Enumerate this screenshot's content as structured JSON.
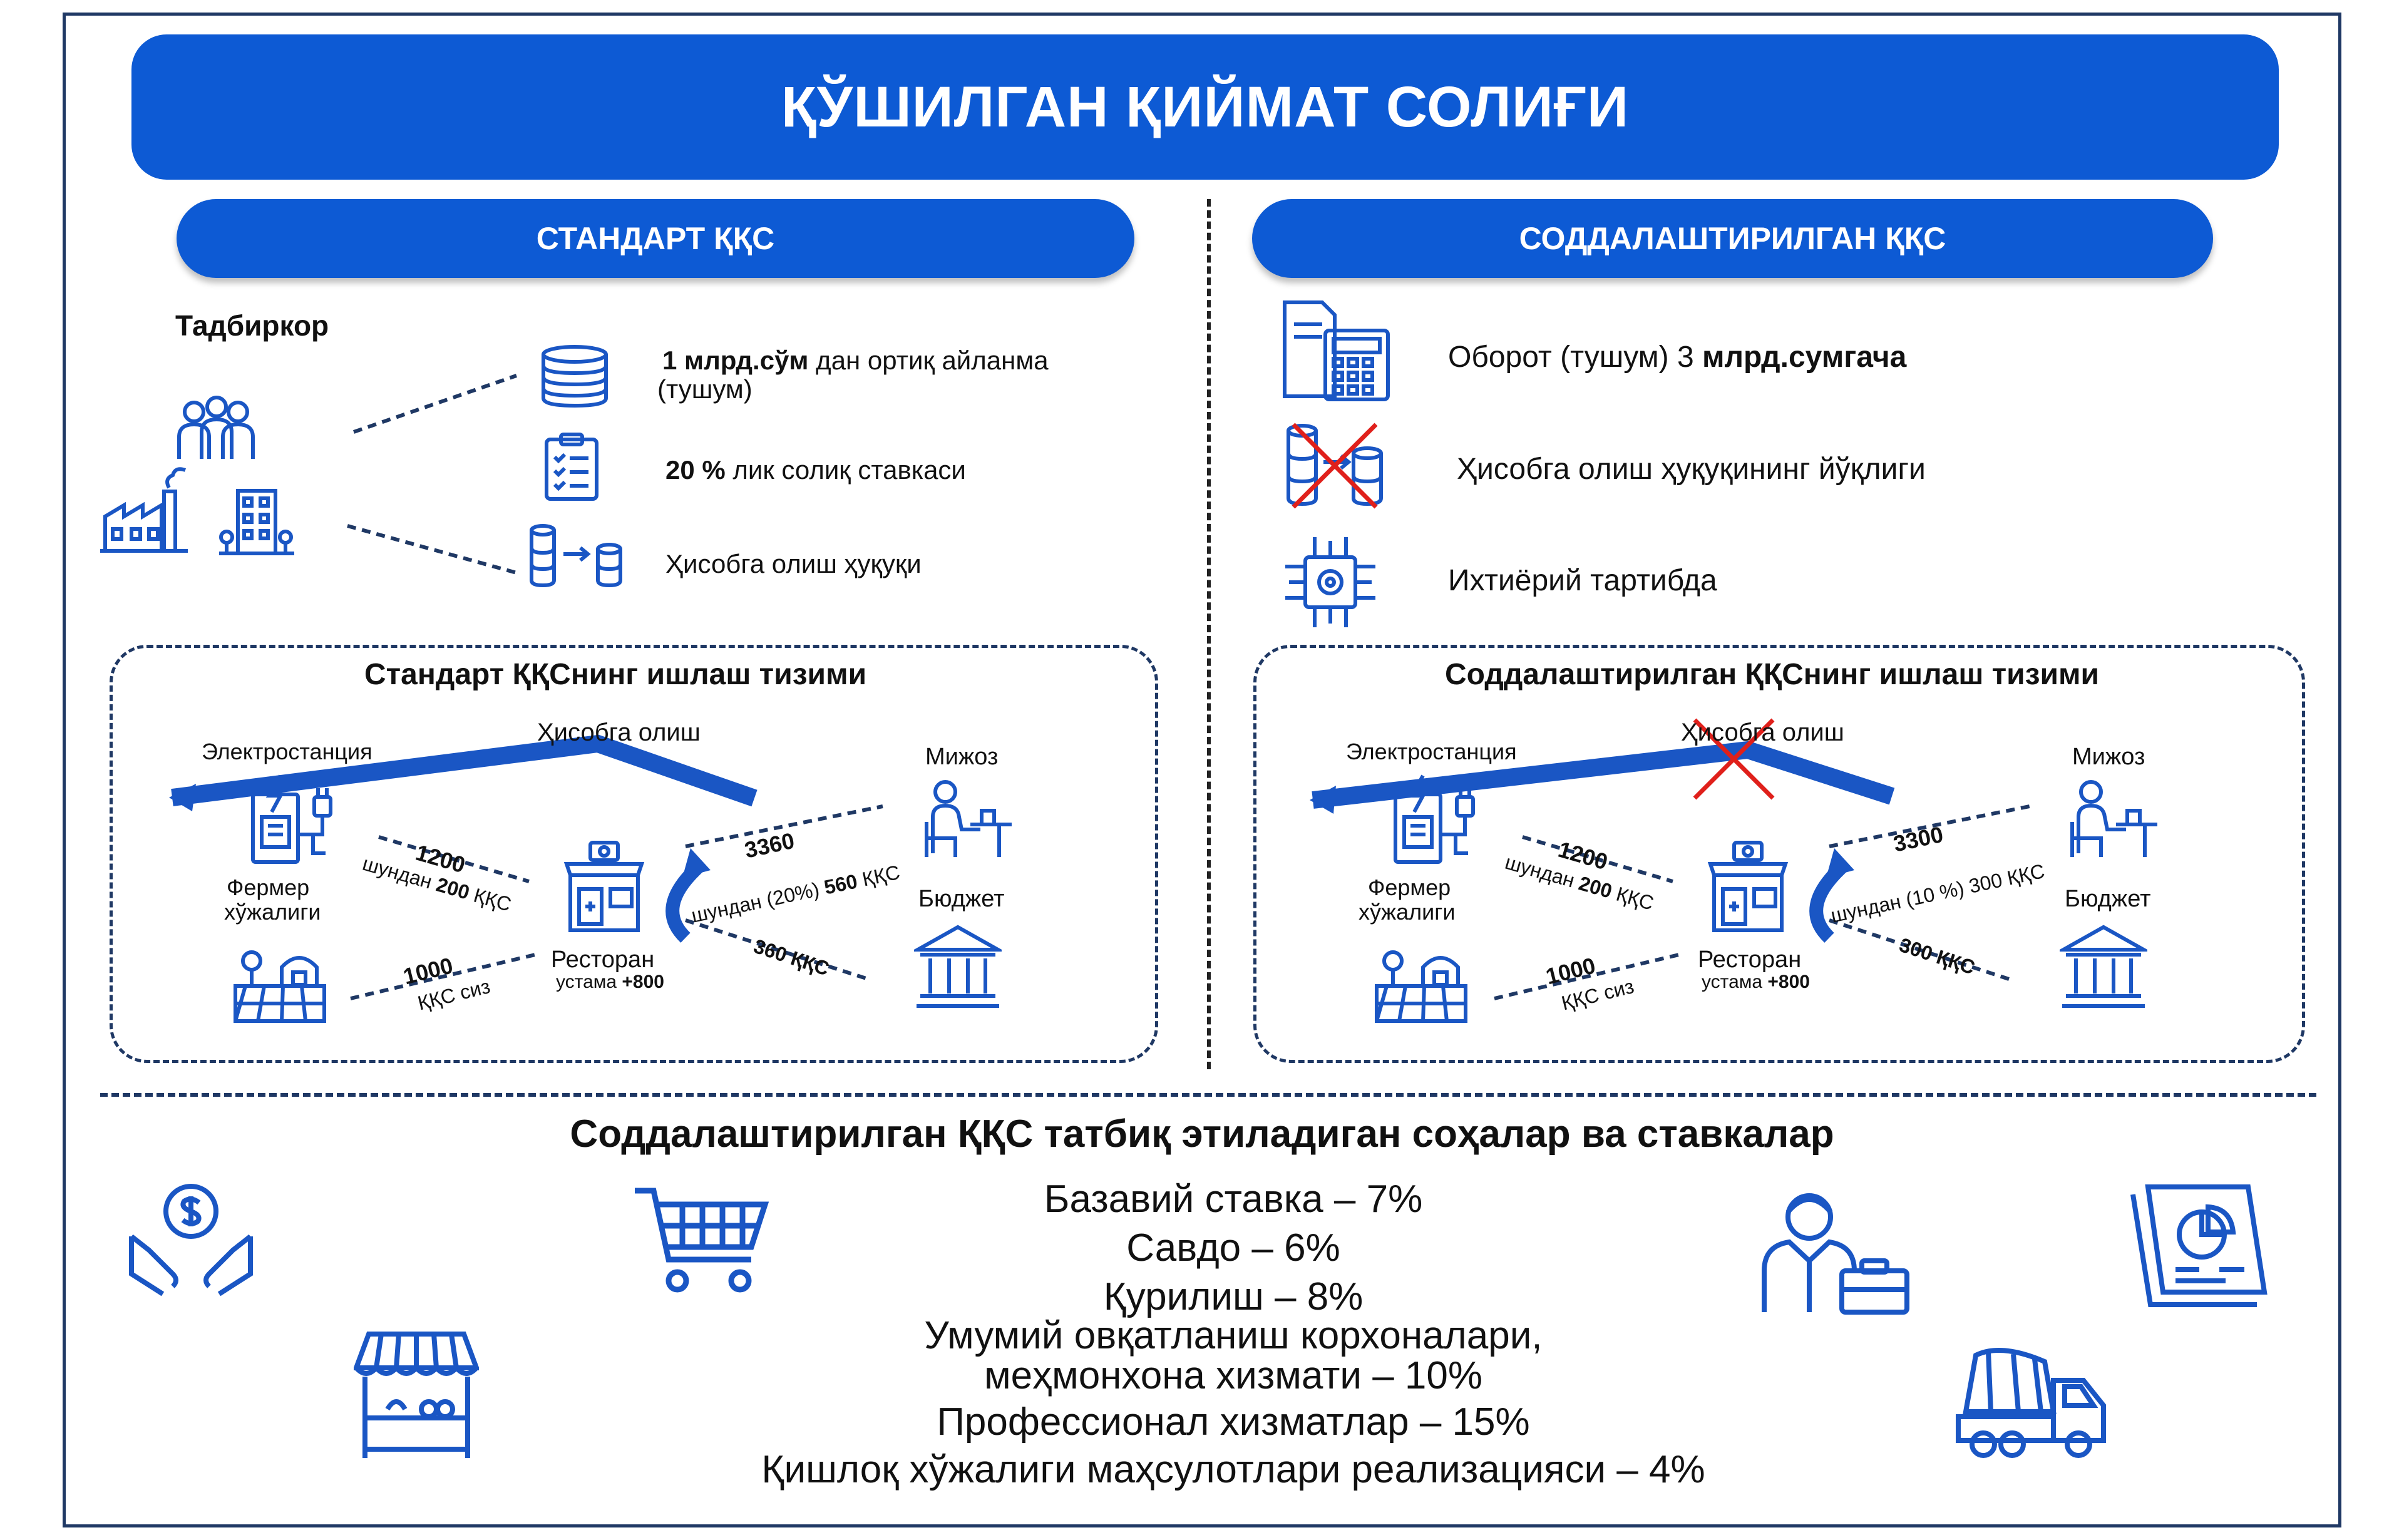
{
  "title": "ҚЎШИЛГАН ҚИЙМАТ СОЛИҒИ",
  "standard": {
    "header": "СТАНДАРТ ҚҚС",
    "entrepreneur": "Тадбиркор",
    "items": [
      {
        "bold": "1 млрд.сўм",
        "text": " дан ортиқ айланма",
        "line2": "(тушум)"
      },
      {
        "bold": "20 %",
        "text": " лик солиқ ставкаси"
      },
      {
        "bold": "",
        "text": "Ҳисобга олиш ҳуқуқи"
      }
    ],
    "scheme": {
      "title": "Стандарт ҚҚСнинг ишлаш тизими",
      "credit_label": "Ҳисобга олиш",
      "power_station": "Электростанция",
      "farm_line1": "Фермер",
      "farm_line2": "хўжалиги",
      "restaurant": "Ресторан",
      "markup_prefix": "устама ",
      "markup_value": "+800",
      "customer": "Мижоз",
      "budget": "Бюджет",
      "flow_power_value": "1200",
      "flow_power_sub_prefix": "шундан ",
      "flow_power_sub_bold": "200",
      "flow_power_sub_suffix": " ҚҚС",
      "flow_farm_value": "1000",
      "flow_farm_sub": "ҚҚС сиз",
      "flow_customer_value": "3360",
      "flow_customer_sub_prefix": "шундан (20%) ",
      "flow_customer_sub_bold": "560",
      "flow_customer_sub_suffix": " ҚҚС",
      "flow_budget": "360 ҚҚС"
    }
  },
  "simplified": {
    "header": "СОДДАЛАШТИРИЛГАН ҚҚС",
    "items": [
      {
        "text": "Оборот (тушум) 3 ",
        "bold": "млрд.сумгача"
      },
      {
        "text": "Ҳисобга олиш ҳуқуқининг йўқлиги",
        "bold": ""
      },
      {
        "text": "Ихтиёрий тартибда",
        "bold": ""
      }
    ],
    "scheme": {
      "title": "Соддалаштирилган ҚҚСнинг ишлаш тизими",
      "credit_label": "Ҳисобга олиш",
      "power_station": "Электростанция",
      "farm_line1": "Фермер",
      "farm_line2": "хўжалиги",
      "restaurant": "Ресторан",
      "markup_prefix": "устама ",
      "markup_value": "+800",
      "customer": "Мижоз",
      "budget": "Бюджет",
      "flow_power_value": "1200",
      "flow_power_sub_prefix": "шундан ",
      "flow_power_sub_bold": "200",
      "flow_power_sub_suffix": " ҚҚС",
      "flow_farm_value": "1000",
      "flow_farm_sub": "ҚҚС сиз",
      "flow_customer_value": "3300",
      "flow_customer_sub": "шундан (10 %) 300 ҚҚС",
      "flow_budget": "300 ҚҚС"
    }
  },
  "sectors": {
    "title": "Соддалаштирилган ҚҚС татбиқ этиладиган соҳалар ва ставкалар",
    "rates": [
      "Базавий ставка – 7%",
      "Савдо – 6%",
      "Қурилиш – 8%",
      "Умумий овқатланиш корхоналари,",
      "меҳмонхона хизмати – 10%",
      "Профессионал хизматлар – 15%",
      "Қишлоқ хўжалиги маҳсулотлари реализацияси – 4%"
    ]
  },
  "colors": {
    "brand_blue": "#0d5ad4",
    "navy": "#1f3864",
    "cross_red": "#e0201b"
  },
  "icons": [
    "people-icon",
    "factory-icon",
    "office-building-icon",
    "coins-icon",
    "clipboard-checklist-icon",
    "coins-transfer-icon",
    "document-calculator-icon",
    "processor-gear-icon",
    "power-station-icon",
    "farm-icon",
    "restaurant-icon",
    "customer-dining-icon",
    "budget-bank-icon",
    "hands-coin-icon",
    "shopping-cart-icon",
    "market-stall-icon",
    "businessman-icon",
    "report-chart-icon",
    "concrete-mixer-truck-icon"
  ]
}
